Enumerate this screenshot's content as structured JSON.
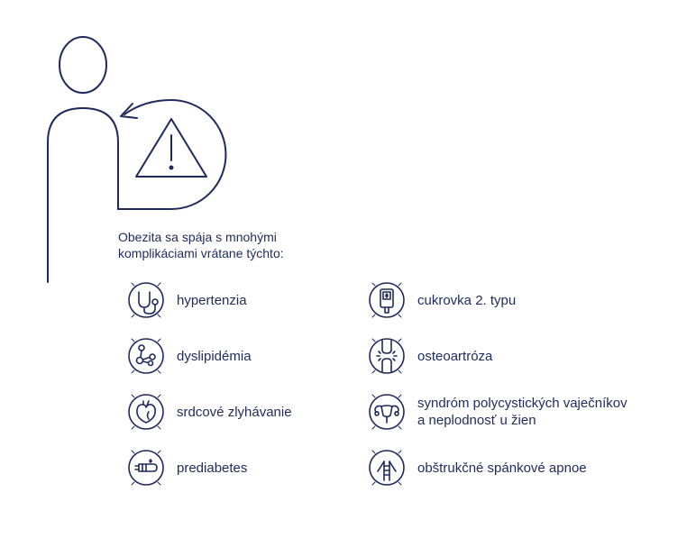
{
  "intro": {
    "line1": "Obezita sa spája s mnohými",
    "line2": "komplikáciami vrátane týchto:"
  },
  "items": [
    {
      "lines": [
        "hypertenzia"
      ],
      "icon": "stethoscope-icon"
    },
    {
      "lines": [
        "dyslipidémia"
      ],
      "icon": "molecule-icon"
    },
    {
      "lines": [
        "srdcové zlyhávanie"
      ],
      "icon": "heart-icon"
    },
    {
      "lines": [
        "prediabetes"
      ],
      "icon": "finger-prick-icon"
    },
    {
      "lines": [
        "cukrovka 2. typu"
      ],
      "icon": "glucose-meter-icon"
    },
    {
      "lines": [
        "osteoartróza"
      ],
      "icon": "knee-joint-icon"
    },
    {
      "lines": [
        "syndróm polycystických vaječníkov",
        "a neplodnosť u žien"
      ],
      "icon": "uterus-icon"
    },
    {
      "lines": [
        "obštrukčné spánkové apnoe"
      ],
      "icon": "airway-icon"
    }
  ],
  "colors": {
    "stroke": "#1f2a5c",
    "text": "#1f2a5c"
  }
}
